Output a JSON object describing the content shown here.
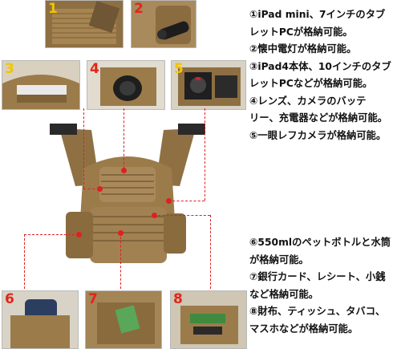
{
  "colors": {
    "number": "#f2c400",
    "number_red": "#e0261c",
    "leader": "#e02020",
    "bag": "#9b7b4a",
    "bag_dark": "#6e5530"
  },
  "panels": [
    {
      "num": "1"
    },
    {
      "num": "2"
    },
    {
      "num": "3"
    },
    {
      "num": "4"
    },
    {
      "num": "5"
    },
    {
      "num": "6"
    },
    {
      "num": "7"
    },
    {
      "num": "8"
    }
  ],
  "description_top": [
    "①iPad mini、7インチのタブ",
    "レットPCが格納可能。",
    "②懐中電灯が格納可能。",
    "③iPad4本体、10インチのタブ",
    "レットPCなどが格納可能。",
    "④レンズ、カメラのバッテ",
    "リー、充電器などが格納可能。",
    "⑤一眼レフカメラが格納可能。"
  ],
  "description_bottom": [
    "⑥550mlのペットボトルと水筒",
    "が格納可能。",
    "⑦銀行カード、レシート、小銭",
    "など格納可能。",
    "⑧財布、ティッシュ、タバコ、",
    "マスホなどが格納可能。"
  ]
}
